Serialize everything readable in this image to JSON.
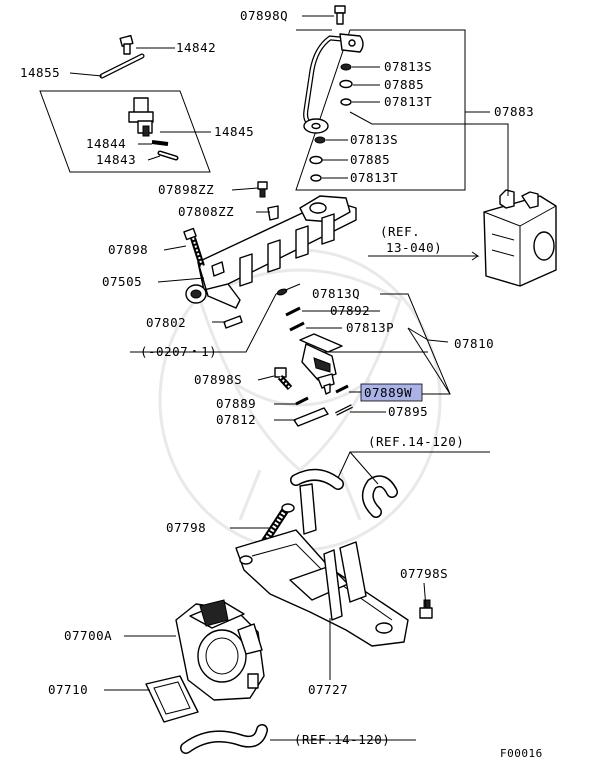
{
  "diagram": {
    "labels": {
      "p07898Q": "07898Q",
      "p14842": "14842",
      "p14855": "14855",
      "p07813S_a": "07813S",
      "p07885_a": "07885",
      "p07813T_a": "07813T",
      "p07883": "07883",
      "p14845": "14845",
      "p14844": "14844",
      "p14843": "14843",
      "p07813S_b": "07813S",
      "p07885_b": "07885",
      "p07813T_b": "07813T",
      "p07898ZZ": "07898ZZ",
      "p07808ZZ": "07808ZZ",
      "ref_13040_a": "(REF.",
      "ref_13040_b": "13-040)",
      "p07898": "07898",
      "p07505": "07505",
      "p07813Q": "07813Q",
      "p07892": "07892",
      "p07802": "07802",
      "p07813P": "07813P",
      "p07810": "07810",
      "date_range": "(-0207・1)",
      "p07898S": "07898S",
      "p07889W": "07889W",
      "p07889": "07889",
      "p07895": "07895",
      "p07812": "07812",
      "ref_14120_top": "(REF.14-120)",
      "p07798": "07798",
      "p07798S": "07798S",
      "p07700A": "07700A",
      "p07727": "07727",
      "p07710": "07710",
      "ref_14120_bottom": "(REF.14-120)",
      "figure_code": "F00016"
    },
    "highlight_color": "#aab2e8"
  }
}
